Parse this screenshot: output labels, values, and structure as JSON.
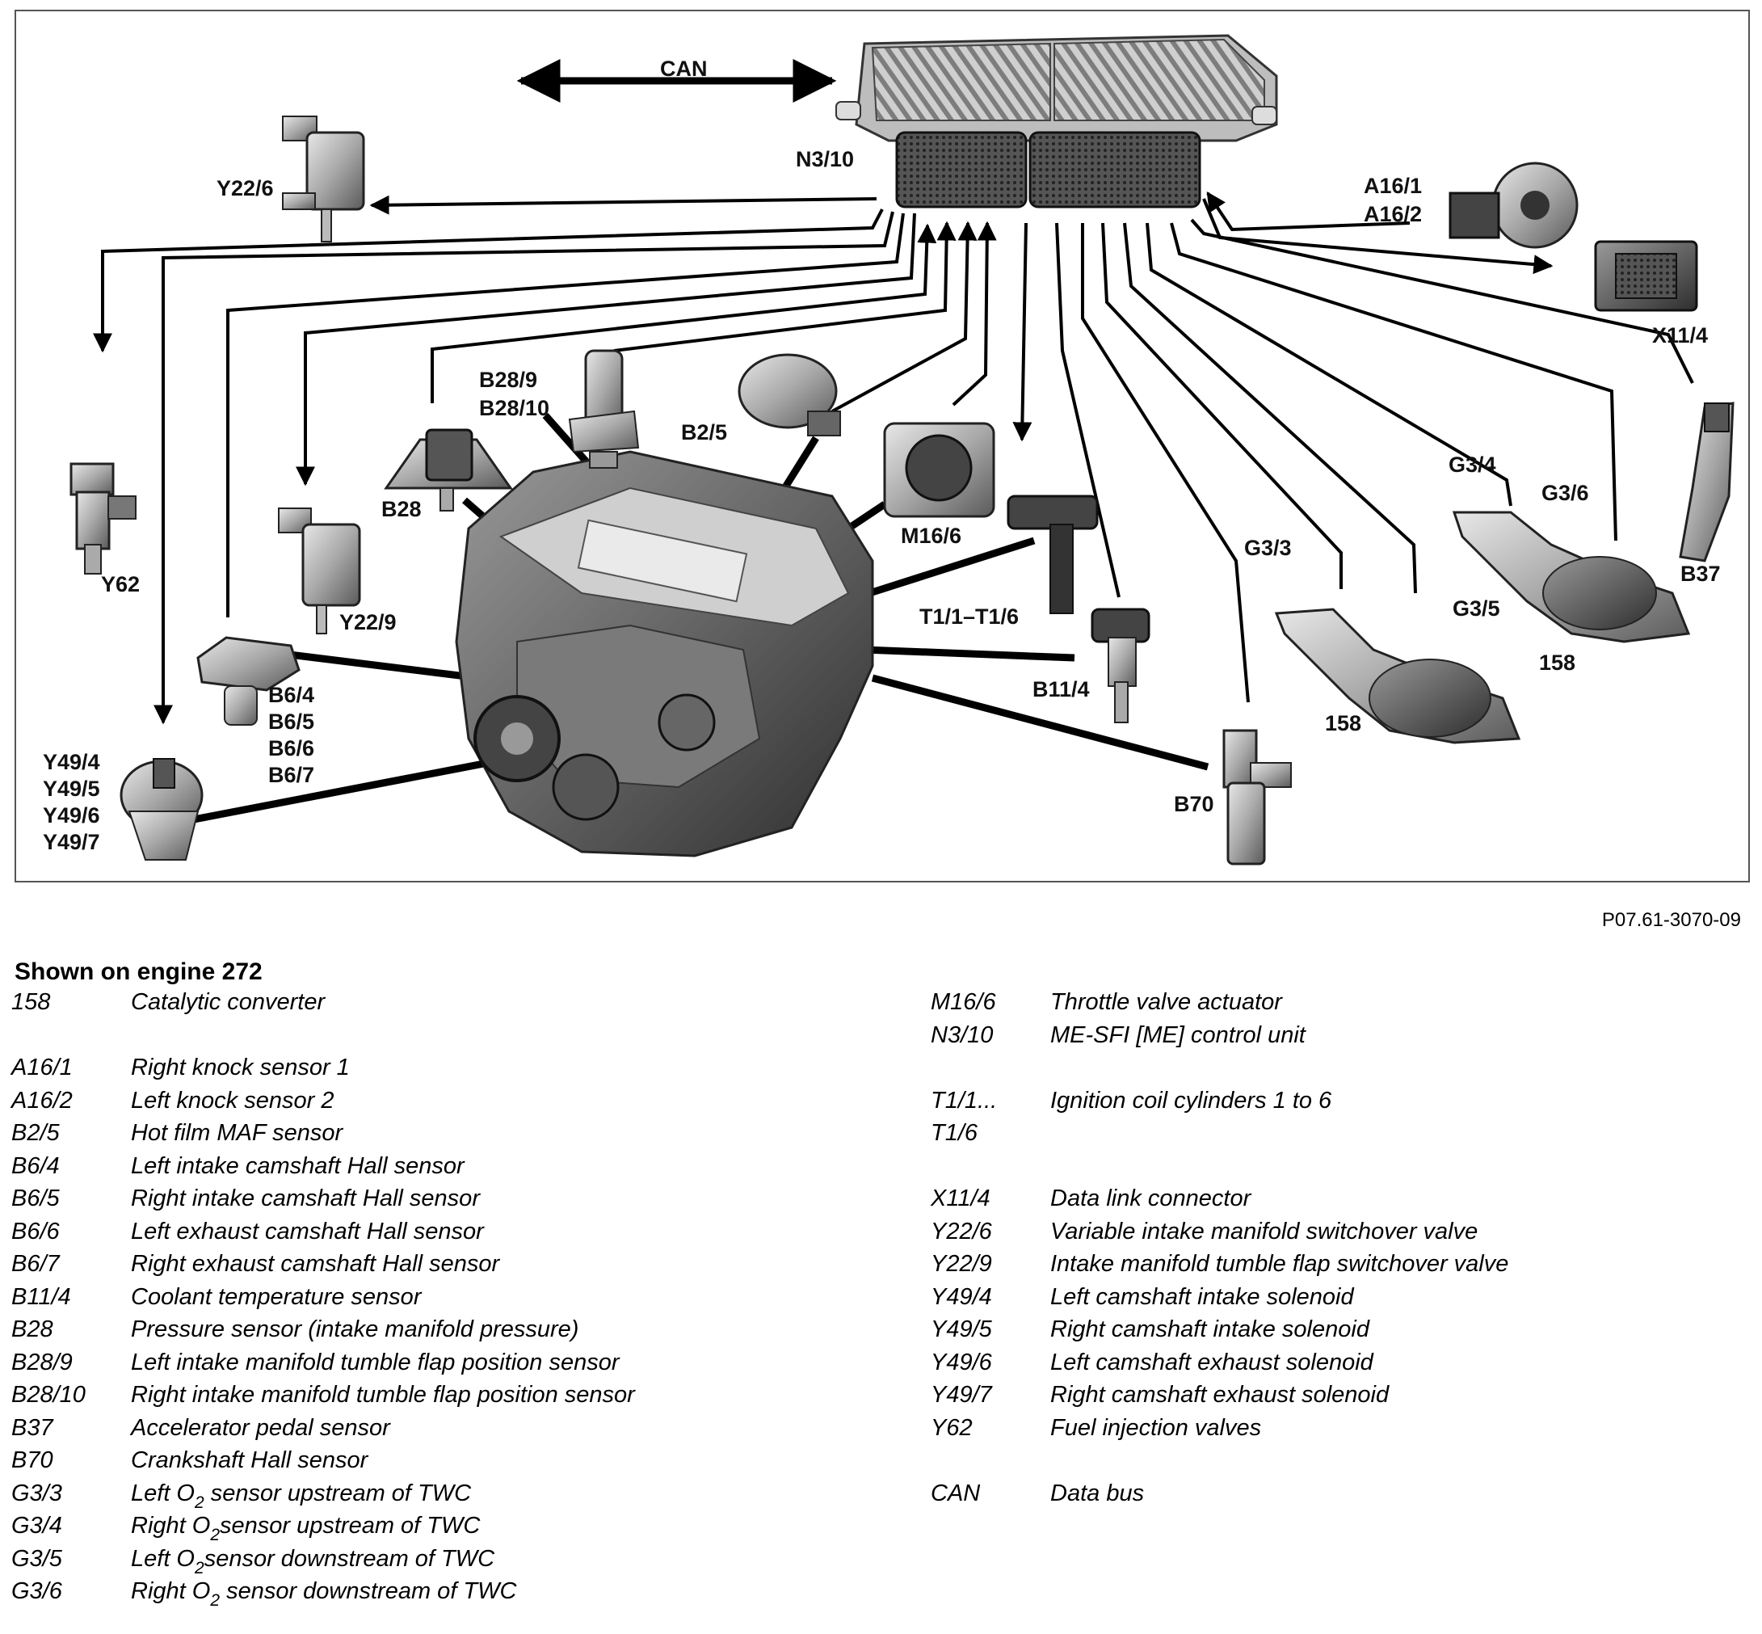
{
  "diagram": {
    "labels": {
      "can": "CAN",
      "n3_10": "N3/10",
      "y22_6": "Y22/6",
      "a16_1": "A16/1",
      "a16_2": "A16/2",
      "x11_4": "X11/4",
      "b28_9": "B28/9",
      "b28_10": "B28/10",
      "b2_5": "B2/5",
      "b28": "B28",
      "m16_6": "M16/6",
      "y62": "Y62",
      "y22_9": "Y22/9",
      "t1": "T1/1–T1/6",
      "g3_4": "G3/4",
      "g3_6": "G3/6",
      "g3_3": "G3/3",
      "g3_5": "G3/5",
      "b37": "B37",
      "b6_4": "B6/4",
      "b6_5": "B6/5",
      "b6_6": "B6/6",
      "b6_7": "B6/7",
      "b11_4": "B11/4",
      "cat_right": "158",
      "cat_left": "158",
      "y49_4": "Y49/4",
      "y49_5": "Y49/5",
      "y49_6": "Y49/6",
      "y49_7": "Y49/7",
      "b70": "B70"
    },
    "reference": "P07.61-3070-09"
  },
  "legend": {
    "heading": "Shown on engine 272",
    "left": [
      {
        "code": "158",
        "desc": "Catalytic converter"
      },
      {
        "code": "A16/1",
        "desc": "Right knock sensor 1"
      },
      {
        "code": "A16/2",
        "desc": "Left knock sensor 2"
      },
      {
        "code": "B2/5",
        "desc": "Hot film MAF sensor"
      },
      {
        "code": "B6/4",
        "desc": "Left intake camshaft Hall sensor"
      },
      {
        "code": "B6/5",
        "desc": "Right intake camshaft Hall sensor"
      },
      {
        "code": "B6/6",
        "desc": "Left exhaust camshaft Hall sensor"
      },
      {
        "code": "B6/7",
        "desc": "Right exhaust camshaft Hall sensor"
      },
      {
        "code": "B11/4",
        "desc": "Coolant temperature sensor"
      },
      {
        "code": "B28",
        "desc": "Pressure sensor (intake manifold pressure)"
      },
      {
        "code": "B28/9",
        "desc": "Left intake manifold tumble flap position sensor"
      },
      {
        "code": "B28/10",
        "desc": "Right intake manifold tumble flap position sensor"
      },
      {
        "code": "B37",
        "desc": "Accelerator pedal sensor"
      },
      {
        "code": "B70",
        "desc": "Crankshaft Hall sensor"
      },
      {
        "code": "G3/3",
        "desc_pre": "Left O",
        "desc_sub": "2",
        "desc_post": " sensor upstream of TWC"
      },
      {
        "code": "G3/4",
        "desc_pre": "Right O",
        "desc_sub": "2",
        "desc_post": "sensor upstream of TWC"
      },
      {
        "code": "G3/5",
        "desc_pre": "Left O",
        "desc_sub": "2",
        "desc_post": "sensor downstream of TWC"
      },
      {
        "code": "G3/6",
        "desc_pre": "Right O",
        "desc_sub": "2",
        "desc_post": " sensor downstream of TWC"
      }
    ],
    "right": [
      {
        "code": "M16/6",
        "desc": "Throttle valve actuator"
      },
      {
        "code": "N3/10",
        "desc": "ME-SFI [ME] control unit"
      },
      {
        "code": "T1/1...",
        "desc": "Ignition coil cylinders 1 to 6"
      },
      {
        "code": "T1/6",
        "desc": ""
      },
      {
        "code": "X11/4",
        "desc": "Data link connector"
      },
      {
        "code": "Y22/6",
        "desc": "Variable intake manifold switchover valve"
      },
      {
        "code": "Y22/9",
        "desc": "Intake manifold tumble flap switchover valve"
      },
      {
        "code": "Y49/4",
        "desc": "Left camshaft intake solenoid"
      },
      {
        "code": "Y49/5",
        "desc": "Right camshaft intake solenoid"
      },
      {
        "code": "Y49/6",
        "desc": "Left camshaft exhaust solenoid"
      },
      {
        "code": "Y49/7",
        "desc": "Right camshaft exhaust solenoid"
      },
      {
        "code": "Y62",
        "desc": "Fuel injection valves"
      },
      {
        "code": "CAN",
        "desc": "Data bus"
      }
    ]
  }
}
